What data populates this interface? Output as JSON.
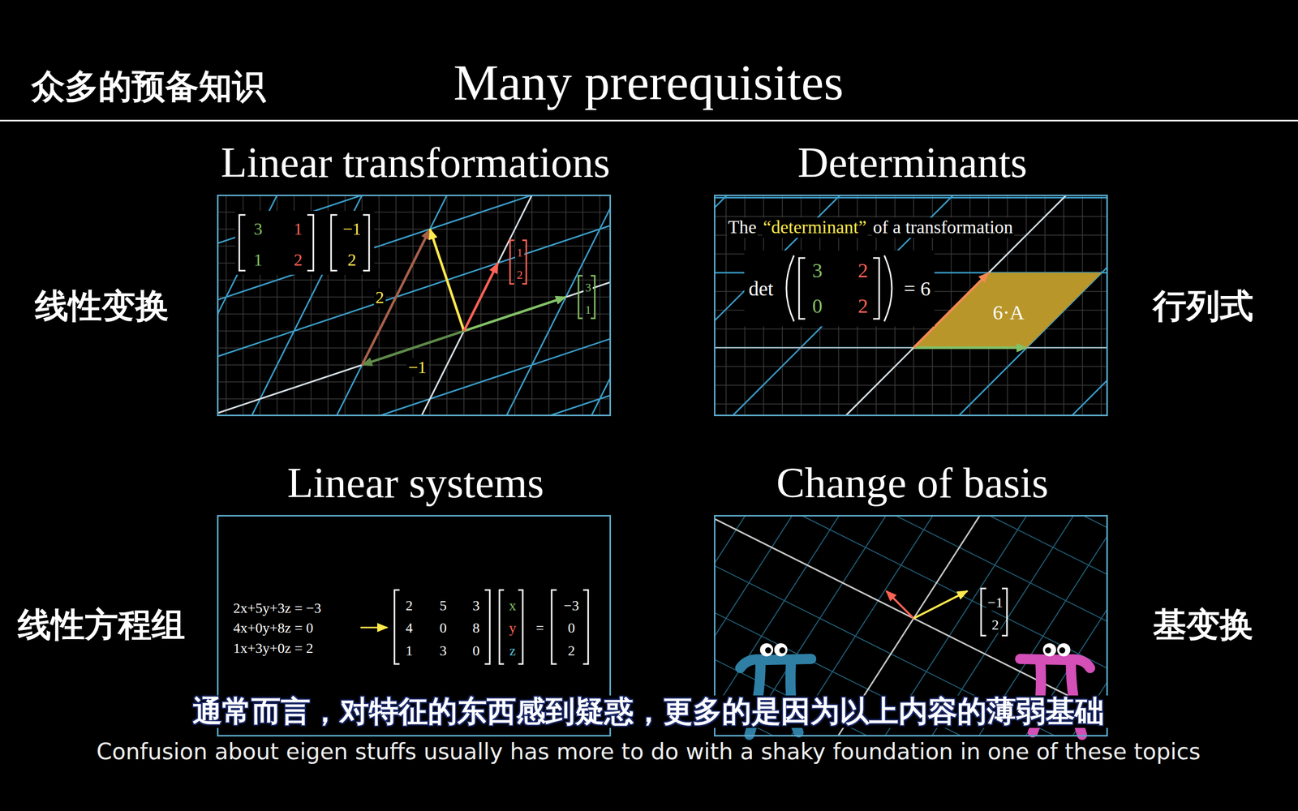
{
  "diagram": {
    "title": "Many prerequisites",
    "nodes": [
      {
        "text": [
          "Linear transformations",
          "3",
          "1",
          "−1",
          "1",
          "2",
          "2",
          "1",
          "2",
          "2",
          "3",
          "1",
          "−1"
        ]
      },
      {
        "text": [
          "Determinants",
          "The",
          "“determinant”",
          "of a transformation",
          "det",
          "3",
          "2",
          "0",
          "2",
          "= 6",
          "6·A"
        ]
      },
      {
        "text": [
          "Linear systems",
          "2x+5y+3z = −3",
          "4x+0y+8z = 0",
          "1x+3y+0z = 2",
          "2",
          "5",
          "3",
          "4",
          "0",
          "8",
          "1",
          "3",
          "0",
          "x",
          "y",
          "z",
          "=",
          "−3",
          "0",
          "2"
        ]
      },
      {
        "text": [
          "Change of basis",
          "−1",
          "2"
        ]
      }
    ],
    "labels": [
      "众多的预备知识",
      "线性变换",
      "行列式",
      "线性方程组",
      "基变换",
      "通常而言，对特征的东西感到疑惑，更多的是因为以上内容的薄弱基础",
      "Confusion about eigen stuffs usually has more to do with a shaky foundation in one of these topics"
    ]
  }
}
